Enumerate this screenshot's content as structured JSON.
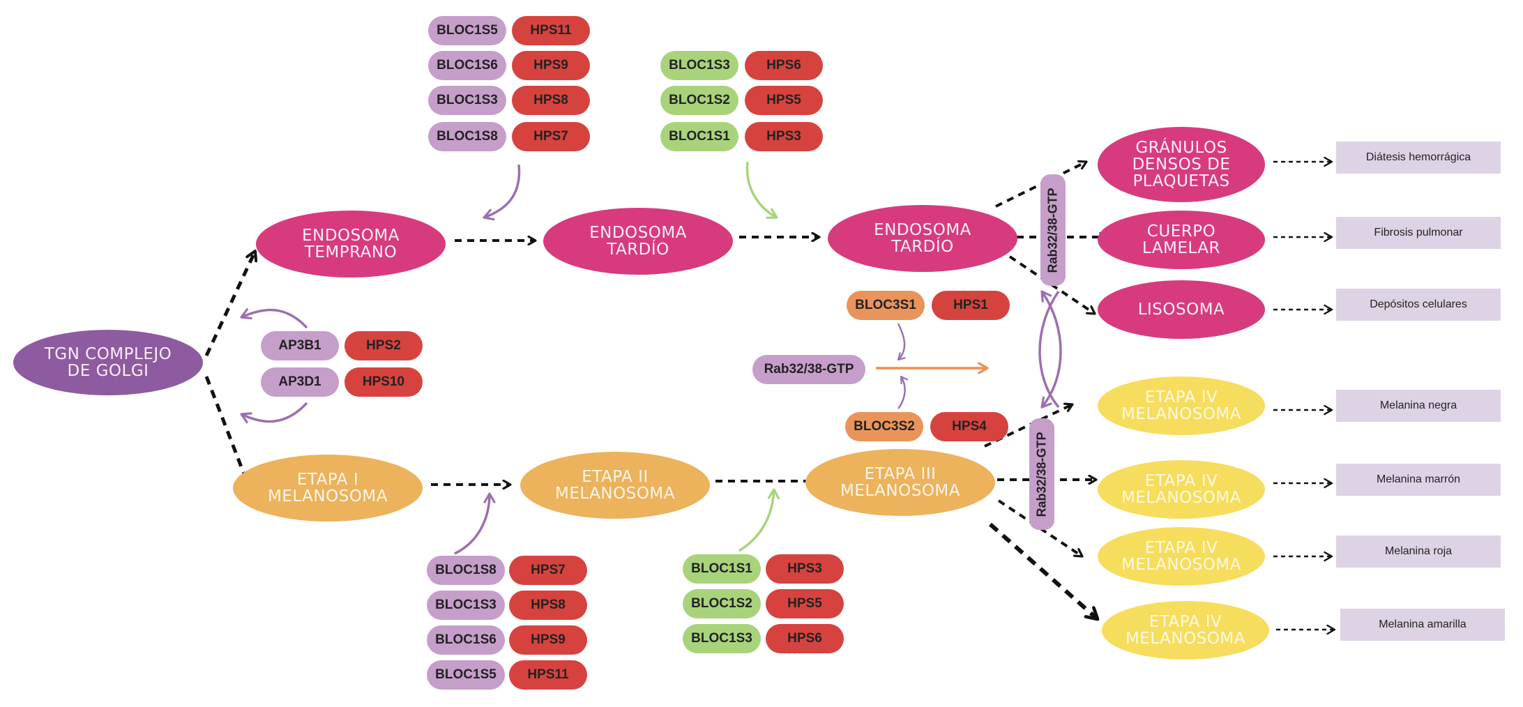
{
  "nodes": {
    "golgi": "TGN COMPLEJO\nDE GOLGI",
    "endosoma_temprano": "ENDOSOMA\nTEMPRANO",
    "endosoma_tardio_1": "ENDOSOMA\nTARDÍO",
    "endosoma_tardio_2": "ENDOSOMA\nTARDÍO",
    "granulos": "GRÁNULOS\nDENSOS DE\nPLAQUETAS",
    "cuerpo_lamelar": "CUERPO\nLAMELAR",
    "lisosoma": "LISOSOMA",
    "etapa_1": "ETAPA I\nMELANOSOMA",
    "etapa_2": "ETAPA II\nMELANOSOMA",
    "etapa_3": "ETAPA III\nMELANOSOMA",
    "etapa_4a": "ETAPA IV\nMELANOSOMA",
    "etapa_4b": "ETAPA IV\nMELANOSOMA",
    "etapa_4c": "ETAPA IV\nMELANOSOMA",
    "etapa_4d": "ETAPA IV\nMELANOSOMA"
  },
  "groups": {
    "top_left": [
      {
        "bloc": "BLOC1S5",
        "hps": "HPS11"
      },
      {
        "bloc": "BLOC1S6",
        "hps": "HPS9"
      },
      {
        "bloc": "BLOC1S3",
        "hps": "HPS8"
      },
      {
        "bloc": "BLOC1S8",
        "hps": "HPS7"
      }
    ],
    "top_right": [
      {
        "bloc": "BLOC1S3",
        "hps": "HPS6"
      },
      {
        "bloc": "BLOC1S2",
        "hps": "HPS5"
      },
      {
        "bloc": "BLOC1S1",
        "hps": "HPS3"
      }
    ],
    "ap3": [
      {
        "bloc": "AP3B1",
        "hps": "HPS2"
      },
      {
        "bloc": "AP3D1",
        "hps": "HPS10"
      }
    ],
    "bloc3_top": {
      "bloc": "BLOC3S1",
      "hps": "HPS1"
    },
    "bloc3_bottom": {
      "bloc": "BLOC3S2",
      "hps": "HPS4"
    },
    "bottom_left": [
      {
        "bloc": "BLOC1S8",
        "hps": "HPS7"
      },
      {
        "bloc": "BLOC1S3",
        "hps": "HPS8"
      },
      {
        "bloc": "BLOC1S6",
        "hps": "HPS9"
      },
      {
        "bloc": "BLOC1S5",
        "hps": "HPS11"
      }
    ],
    "bottom_right": [
      {
        "bloc": "BLOC1S1",
        "hps": "HPS3"
      },
      {
        "bloc": "BLOC1S2",
        "hps": "HPS5"
      },
      {
        "bloc": "BLOC1S3",
        "hps": "HPS6"
      }
    ]
  },
  "rab": {
    "center": "Rab32/38-GTP",
    "vertical_top": "Rab32/38-GTP",
    "vertical_bottom": "Rab32/38-GTP"
  },
  "outcomes": [
    "Diátesis hemorrágica",
    "Fibrosis pulmonar",
    "Depósitos celulares",
    "Melanina negra",
    "Melanina marrón",
    "Melanina roja",
    "Melanina amarilla"
  ],
  "colors": {
    "golgi": "#8e5aa0",
    "endosome": "#d73b7d",
    "melanosome_early": "#ecb25c",
    "melanosome_late": "#f7dd5e",
    "bloc1_lilac": "#c59ec9",
    "bloc1_green": "#a9d37b",
    "bloc3_orange": "#e9945a",
    "hps_red": "#d6433e",
    "outcome_box": "#ddd3e4",
    "arrow_purple": "#9b6fb0",
    "arrow_green": "#a9d37b",
    "arrow_orange": "#ec8f52"
  }
}
